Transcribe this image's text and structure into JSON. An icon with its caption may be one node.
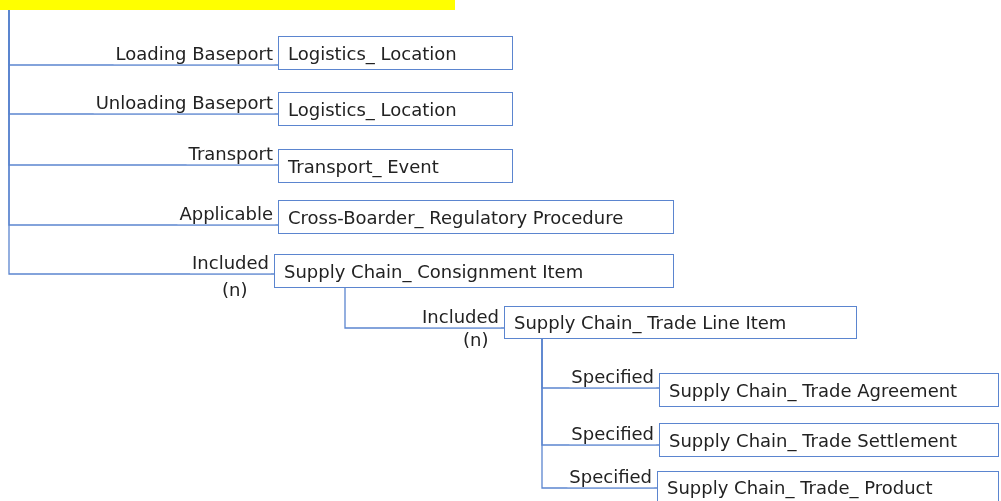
{
  "diagram": {
    "nodes": [
      {
        "text": [],
        "shape": "bar"
      },
      {
        "text": [
          "Logistics_ Location"
        ]
      },
      {
        "text": [
          "Logistics_ Location"
        ]
      },
      {
        "text": [
          "Transport_ Event"
        ]
      },
      {
        "text": [
          "Cross-Boarder_ Regulatory Procedure"
        ]
      },
      {
        "text": [
          "Supply Chain_ Consignment Item"
        ]
      },
      {
        "text": [
          "Supply Chain_ Trade Line Item"
        ]
      },
      {
        "text": [
          "Supply Chain_ Trade Agreement"
        ]
      },
      {
        "text": [
          "Supply Chain_ Trade Settlement"
        ]
      },
      {
        "text": [
          "Supply Chain_ Trade_ Product"
        ]
      }
    ],
    "edges": [
      {
        "from": 0,
        "to": 1,
        "arrow": "none",
        "label": "Loading Baseport"
      },
      {
        "from": 0,
        "to": 2,
        "arrow": "none",
        "label": "Unloading Baseport"
      },
      {
        "from": 0,
        "to": 3,
        "arrow": "none",
        "label": "Transport"
      },
      {
        "from": 0,
        "to": 4,
        "arrow": "none",
        "label": "Applicable"
      },
      {
        "from": 0,
        "to": 5,
        "arrow": "none",
        "label": "Included"
      },
      {
        "from": 5,
        "to": 6,
        "arrow": "none",
        "label": "Included"
      },
      {
        "from": 6,
        "to": 7,
        "arrow": "none",
        "label": "Specified"
      },
      {
        "from": 6,
        "to": 8,
        "arrow": "none",
        "label": "Specified"
      },
      {
        "from": 6,
        "to": 9,
        "arrow": "none",
        "label": "Specified"
      }
    ],
    "labels": [
      "(n)",
      "(n)"
    ]
  }
}
